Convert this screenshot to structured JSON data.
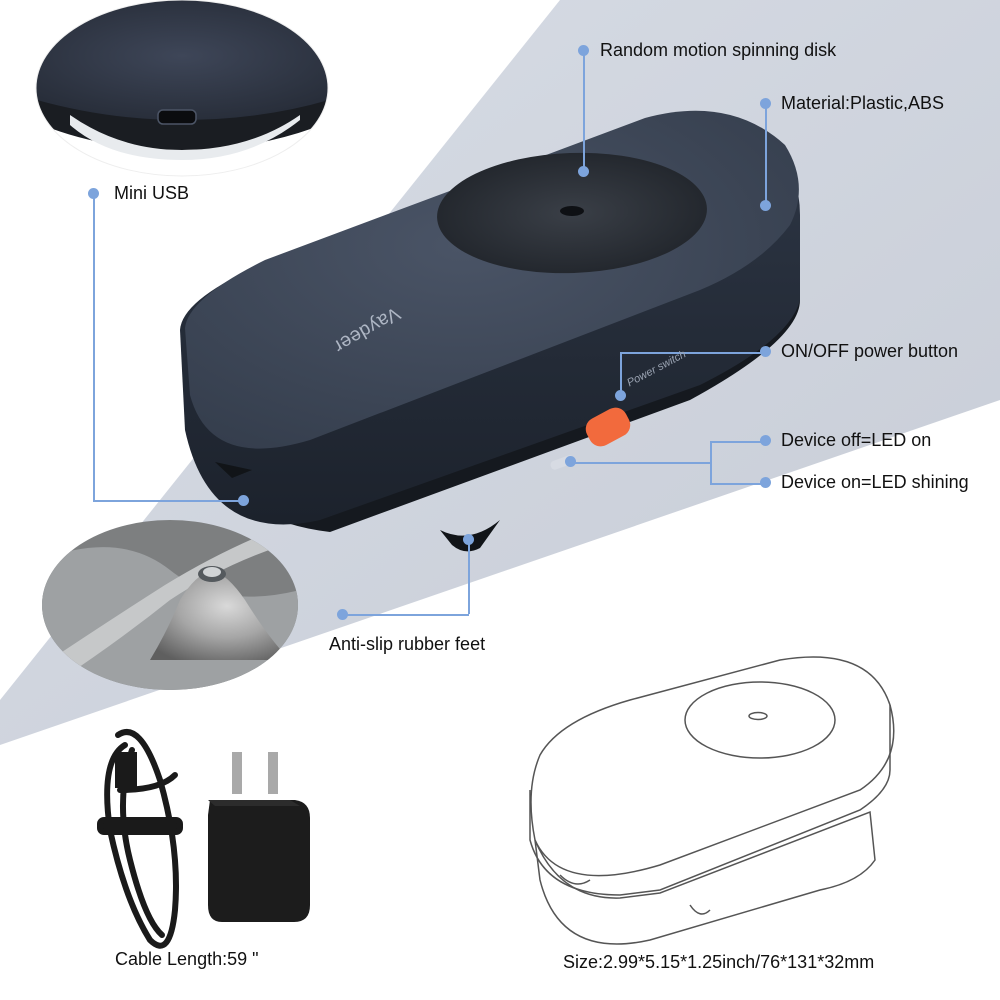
{
  "brand": "Vaydeer",
  "switch_label": "Power switch",
  "accent_color": "#7da4dc",
  "button_color": "#f26a3d",
  "callouts": {
    "spinning_disk": "Random motion spinning disk",
    "material": "Material:Plastic,ABS",
    "mini_usb": "Mini USB",
    "power_button": "ON/OFF power button",
    "led_off": "Device off=LED on",
    "led_on": "Device on=LED shining",
    "feet": "Anti-slip rubber feet"
  },
  "accessories": {
    "cable_length": "Cable Length:59 \""
  },
  "dimensions": {
    "size": "Size:2.99*5.15*1.25inch/76*131*32mm"
  }
}
